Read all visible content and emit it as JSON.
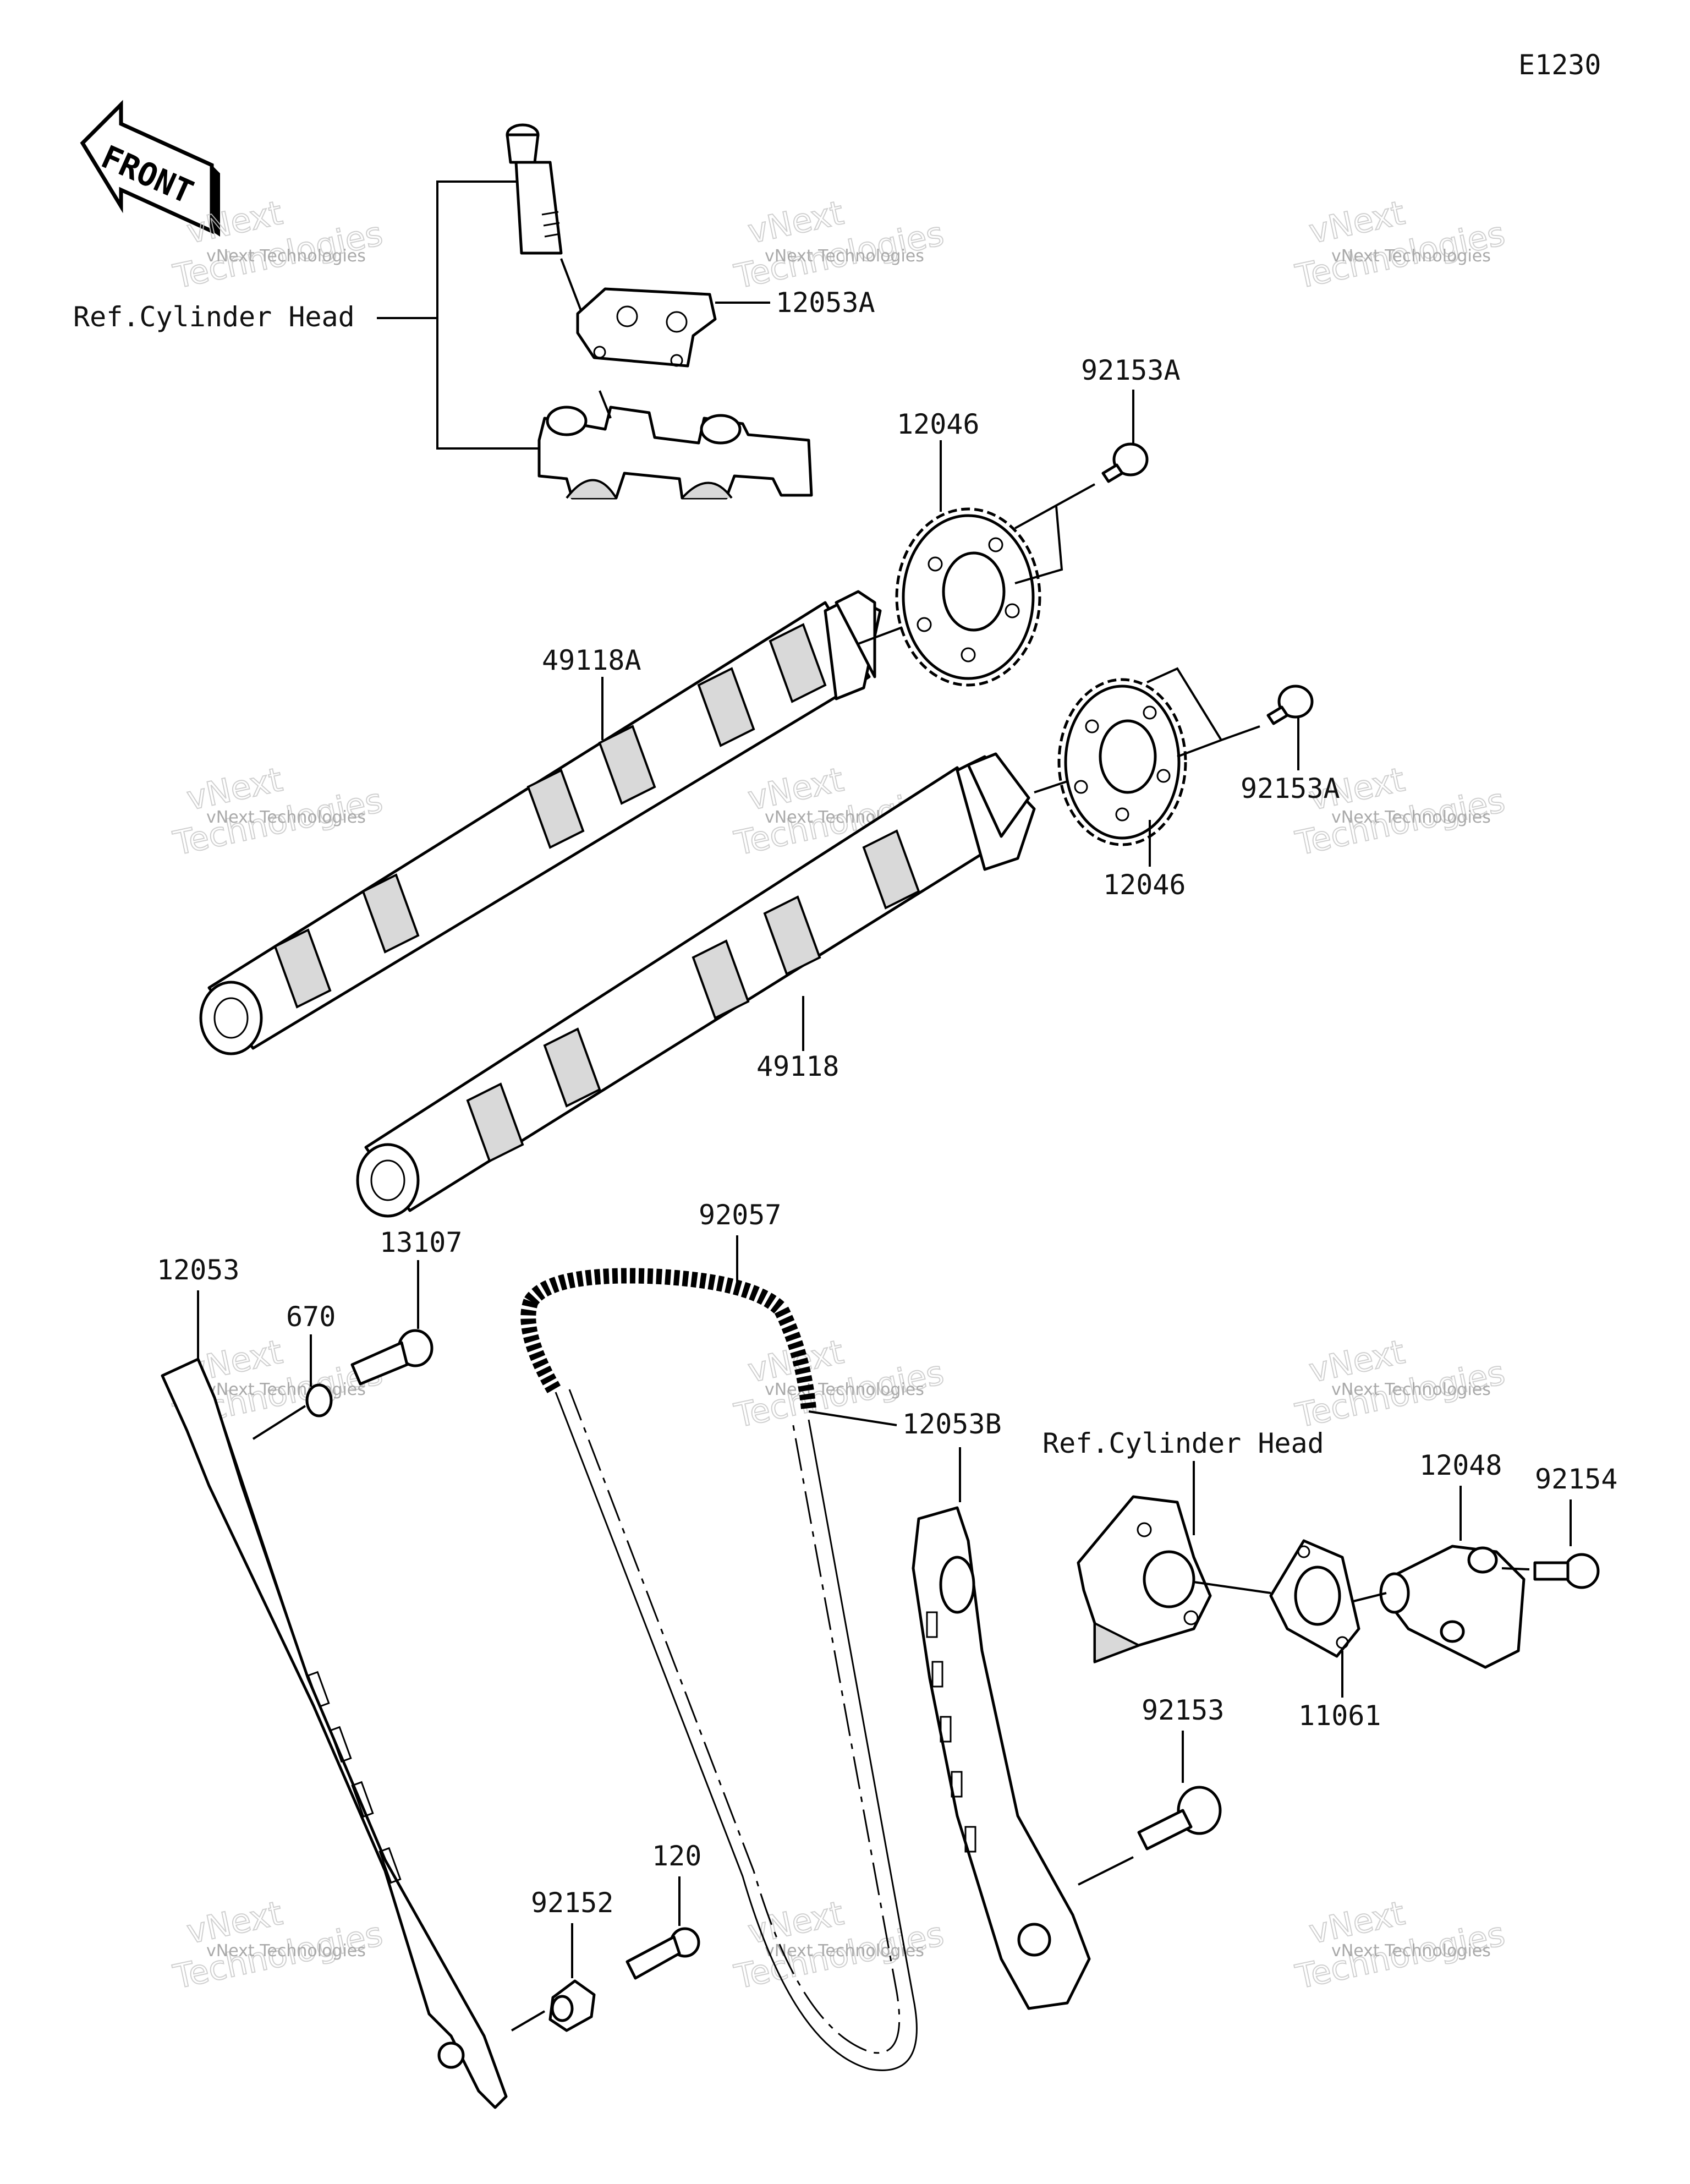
{
  "diagram_code": "E1230",
  "front_label": "FRONT",
  "watermark": {
    "line1": "vNext Technologies",
    "line2": "vNext",
    "line3": "Technologies"
  },
  "labels": {
    "ref_cyl_head_1": "Ref.Cylinder Head",
    "p12053A": "12053A",
    "p92153A_1": "92153A",
    "p12046_1": "12046",
    "p49118A": "49118A",
    "p92153A_2": "92153A",
    "p12046_2": "12046",
    "p49118": "49118",
    "p92057": "92057",
    "p12053": "12053",
    "p13107": "13107",
    "p670": "670",
    "p12053B": "12053B",
    "ref_cyl_head_2": "Ref.Cylinder Head",
    "p12048": "12048",
    "p92154": "92154",
    "p11061": "11061",
    "p92153": "92153",
    "p120": "120",
    "p92152": "92152"
  }
}
